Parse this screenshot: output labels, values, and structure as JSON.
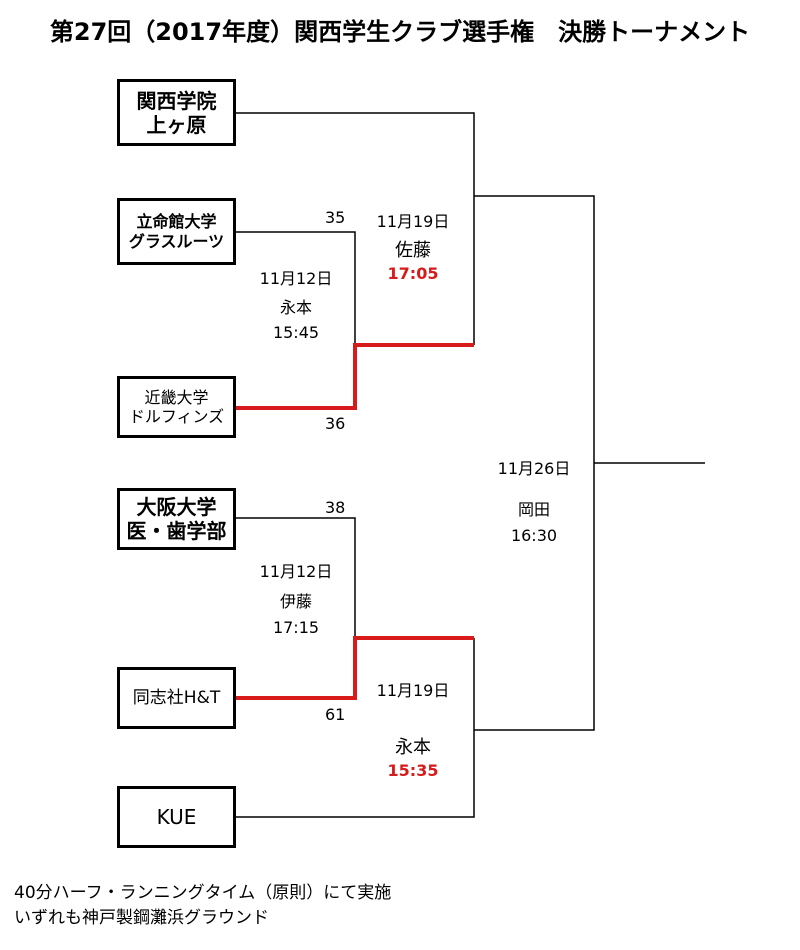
{
  "title": "第27回（2017年度）関西学生クラブ選手権　決勝トーナメント",
  "teams": [
    {
      "line1": "関西学院",
      "line2": "上ヶ原"
    },
    {
      "line1": "立命館大学",
      "line2": "グラスルーツ"
    },
    {
      "line1": "近畿大学",
      "line2": "ドルフィンズ"
    },
    {
      "line1": "大阪大学",
      "line2": "医・歯学部"
    },
    {
      "line1": "同志社H&T",
      "line2": ""
    },
    {
      "line1": "KUE",
      "line2": ""
    }
  ],
  "matches": {
    "r1_top": {
      "date": "11月12日",
      "referee": "永本",
      "time": "15:45",
      "score_a": "35",
      "score_b": "36"
    },
    "r1_bottom": {
      "date": "11月12日",
      "referee": "伊藤",
      "time": "17:15",
      "score_a": "38",
      "score_b": "61"
    },
    "sf_top": {
      "date": "11月19日",
      "referee": "佐藤",
      "time": "17:05"
    },
    "sf_bottom": {
      "date": "11月19日",
      "referee": "永本",
      "time": "15:35"
    },
    "final": {
      "date": "11月26日",
      "referee": "岡田",
      "time": "16:30"
    }
  },
  "notes": {
    "line1": "40分ハーフ・ランニングタイム（原則）にて実施",
    "line2": "いずれも神戸製鋼灘浜グラウンド"
  },
  "colors": {
    "winner_line": "#d71a1a",
    "line": "#000000",
    "time_highlight": "#d71a1a"
  }
}
